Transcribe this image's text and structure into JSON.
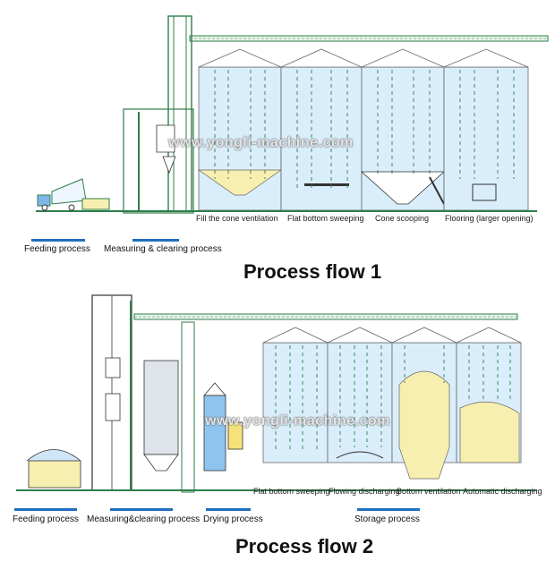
{
  "flow1": {
    "title": "Process flow 1",
    "stage_labels": [
      "Feeding process",
      "Measuring & clearing process"
    ],
    "silo_labels": [
      "Fill the cone ventilation",
      "Flat bottom sweeping",
      "Cone scooping",
      "Flooring (larger opening)"
    ],
    "watermark": "www.yongli-machine.com"
  },
  "flow2": {
    "title": "Process flow 2",
    "stage_labels": [
      "Feeding process",
      "Measuring&clearing process",
      "Drying process",
      "Storage process"
    ],
    "silo_labels": [
      "Flat bottom sweeping",
      "Flowing discharging",
      "Bottom ventilation",
      "Automatic discharging"
    ],
    "watermark": "www.yongli-machine.com"
  },
  "colors": {
    "line": "#2e7d4a",
    "silo_fill": "#d9eefa",
    "grain_fill": "#f7efb0",
    "accent_blue": "#1f6fc0"
  }
}
